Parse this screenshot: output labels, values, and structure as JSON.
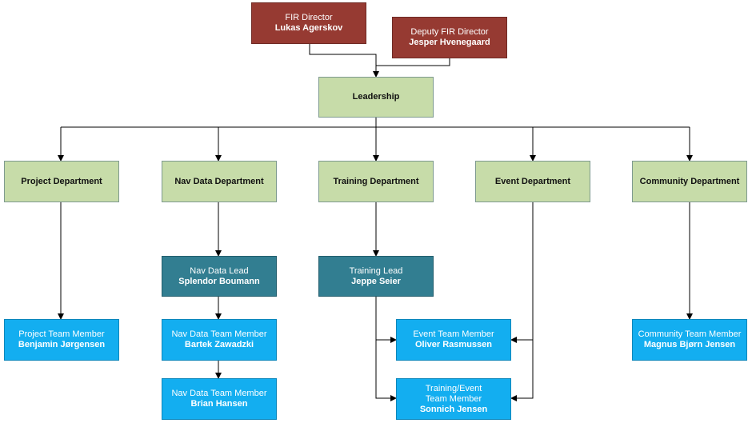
{
  "chart": {
    "director": {
      "role": "FIR Director",
      "name": "Lukas Agerskov"
    },
    "deputy": {
      "role": "Deputy FIR Director",
      "name": "Jesper Hvenegaard"
    },
    "leadership": {
      "label": "Leadership"
    },
    "departments": {
      "project": {
        "label": "Project Department"
      },
      "navdata": {
        "label": "Nav Data Department"
      },
      "training": {
        "label": "Training Department"
      },
      "event": {
        "label": "Event Department"
      },
      "community": {
        "label": "Community Department"
      }
    },
    "leads": {
      "navdata": {
        "role": "Nav Data Lead",
        "name": "Splendor Boumann"
      },
      "training": {
        "role": "Training Lead",
        "name": "Jeppe Seier"
      }
    },
    "members": {
      "project": {
        "role": "Project Team Member",
        "name": "Benjamin Jørgensen"
      },
      "navdata1": {
        "role": "Nav Data Team Member",
        "name": "Bartek Zawadzki"
      },
      "navdata2": {
        "role": "Nav Data Team Member",
        "name": "Brian Hansen"
      },
      "event": {
        "role": "Event Team Member",
        "name": "Oliver Rasmussen"
      },
      "training_event": {
        "role_line1": "Training/Event",
        "role_line2": "Team Member",
        "name": "Sonnich Jensen"
      },
      "community": {
        "role": "Community Team Member",
        "name": "Magnus Bjørn Jensen"
      }
    }
  }
}
